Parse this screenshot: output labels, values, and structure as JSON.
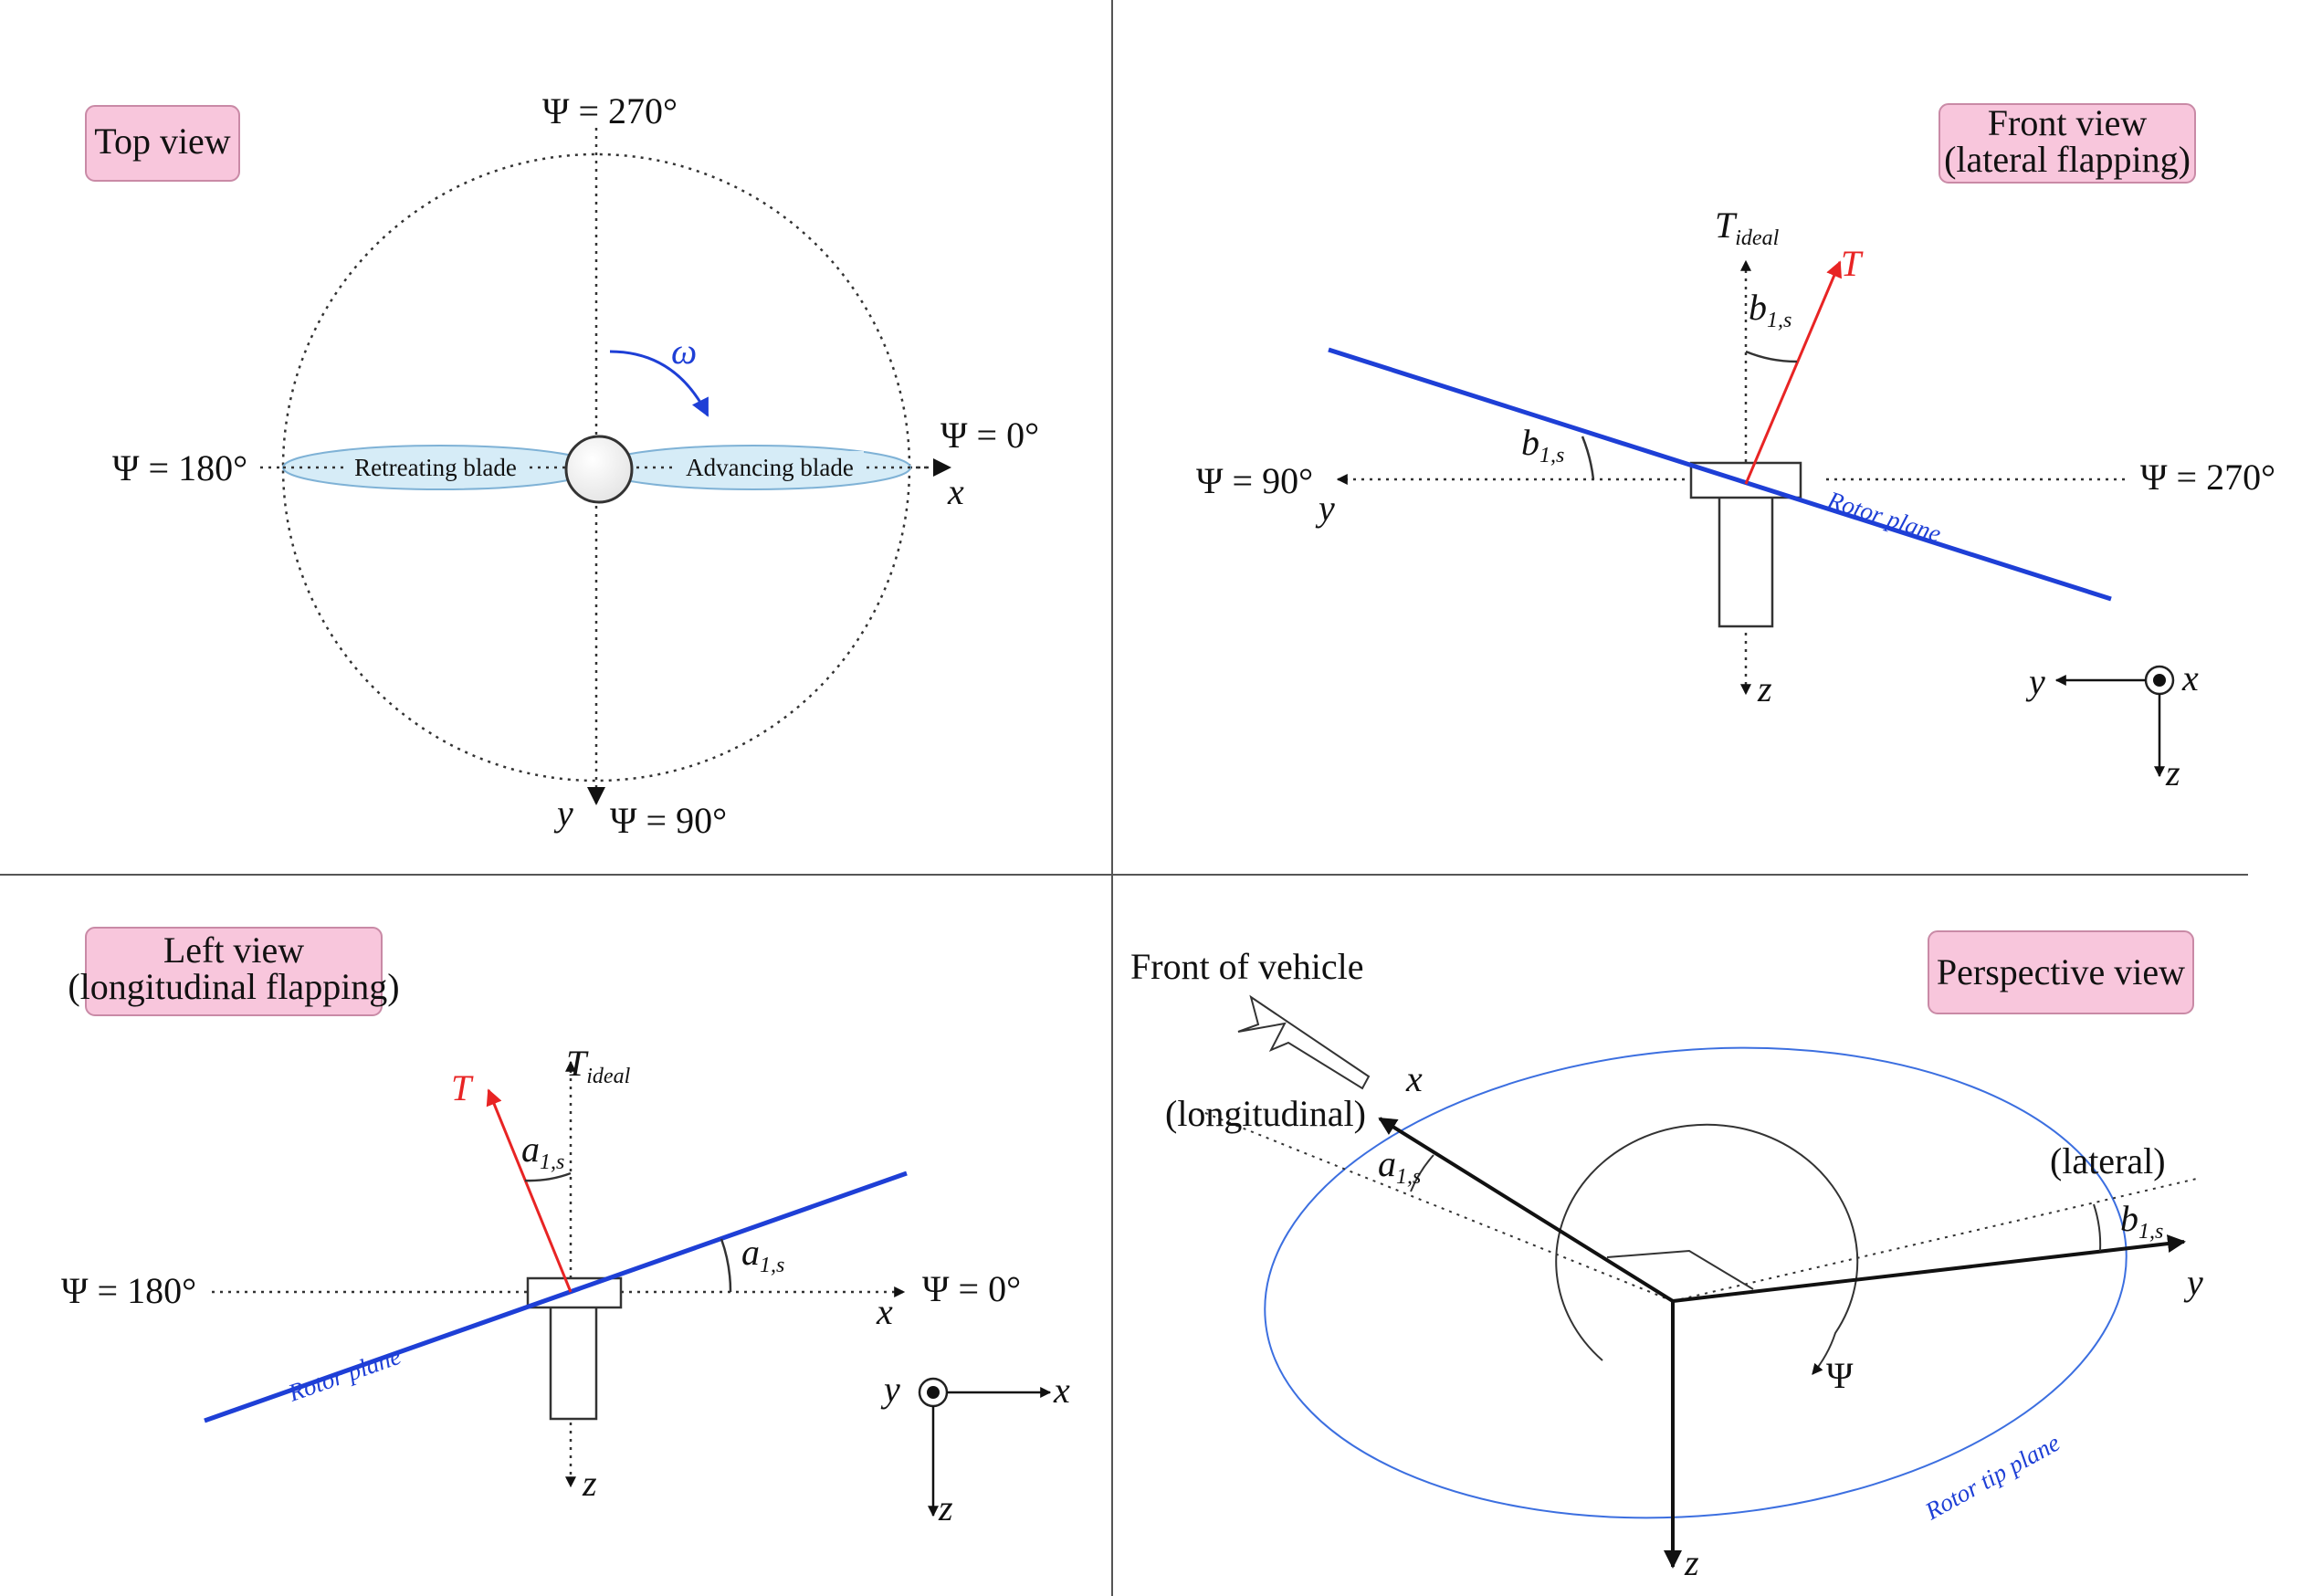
{
  "panels": {
    "top": {
      "title": "Top view",
      "psi_top": "Ψ = 270°",
      "psi_left": "Ψ = 180°",
      "psi_right": "Ψ = 0°",
      "psi_bottom": "Ψ = 90°",
      "retreating": "Retreating blade",
      "advancing": "Advancing blade",
      "omega": "ω",
      "x": "x",
      "y": "y"
    },
    "front": {
      "title_line1": "Front view",
      "title_line2": "(lateral flapping)",
      "t_ideal": "T",
      "t_ideal_sub": "ideal",
      "t": "T",
      "b": "b",
      "b_sub": "1,s",
      "psi_left": "Ψ = 90°",
      "psi_right": "Ψ = 270°",
      "y": "y",
      "z": "z",
      "rotor_plane": "Rotor plane",
      "coord_y": "y",
      "coord_x": "x",
      "coord_z": "z"
    },
    "left": {
      "title_line1": "Left view",
      "title_line2": "(longitudinal flapping)",
      "t_ideal": "T",
      "t_ideal_sub": "ideal",
      "t": "T",
      "a": "a",
      "a_sub": "1,s",
      "psi_left": "Ψ = 180°",
      "psi_right": "Ψ = 0°",
      "x": "x",
      "z": "z",
      "rotor_plane": "Rotor plane",
      "coord_y": "y",
      "coord_x": "x",
      "coord_z": "z"
    },
    "perspective": {
      "title": "Perspective view",
      "front_of_vehicle": "Front of vehicle",
      "longitudinal": "(longitudinal)",
      "lateral": "(lateral)",
      "a": "a",
      "a_sub": "1,s",
      "b": "b",
      "b_sub": "1,s",
      "x": "x",
      "y": "y",
      "z": "z",
      "psi": "Ψ",
      "rotor_tip_plane": "Rotor tip plane"
    }
  },
  "colors": {
    "rotor_plane": "#1e3fd6",
    "thrust": "#e82424",
    "label_box": "#f8c6dc",
    "blade_fill": "#d6ecf7"
  }
}
